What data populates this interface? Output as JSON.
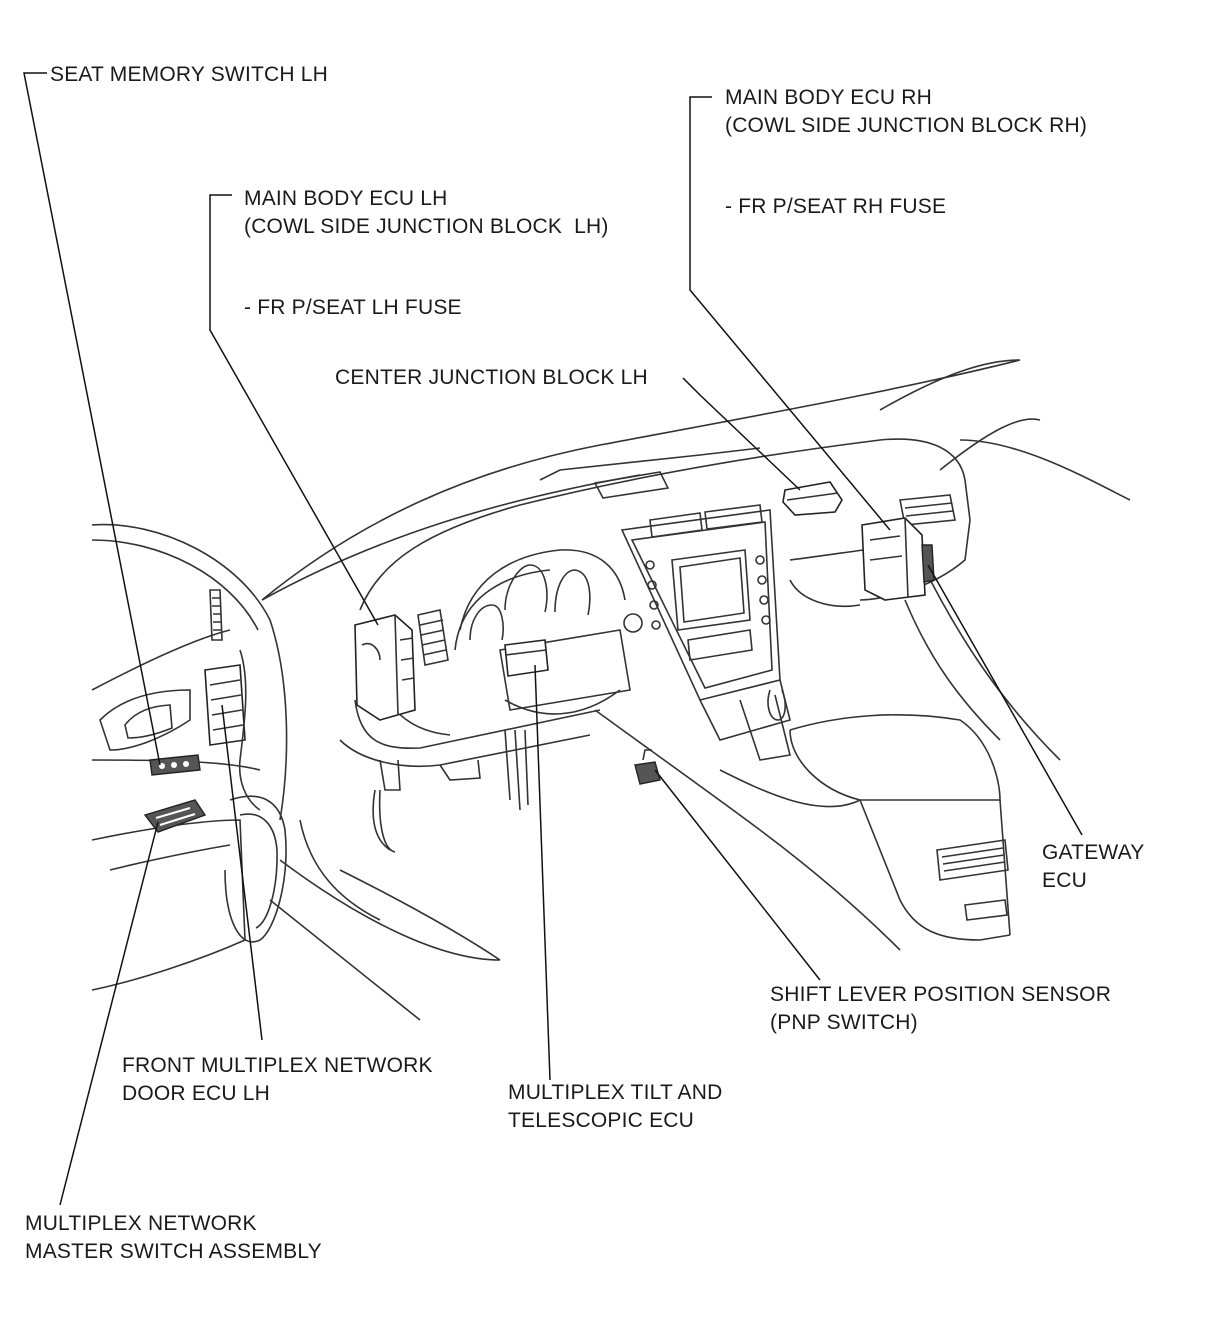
{
  "labels": {
    "seat_memory_switch": "SEAT MEMORY SWITCH LH",
    "main_body_ecu_lh_1": "MAIN BODY ECU LH",
    "main_body_ecu_lh_2": "(COWL SIDE JUNCTION BLOCK  LH)",
    "main_body_ecu_lh_fuse": "- FR P/SEAT LH FUSE",
    "main_body_ecu_rh_1": "MAIN BODY ECU RH",
    "main_body_ecu_rh_2": "(COWL SIDE JUNCTION BLOCK RH)",
    "main_body_ecu_rh_fuse": "- FR P/SEAT RH FUSE",
    "center_junction_block": "CENTER JUNCTION BLOCK LH",
    "gateway_ecu_1": "GATEWAY",
    "gateway_ecu_2": "ECU",
    "shift_lever_1": "SHIFT LEVER POSITION SENSOR",
    "shift_lever_2": "(PNP SWITCH)",
    "front_door_ecu_1": "FRONT MULTIPLEX NETWORK",
    "front_door_ecu_2": "DOOR ECU LH",
    "tilt_ecu_1": "MULTIPLEX TILT AND",
    "tilt_ecu_2": "TELESCOPIC ECU",
    "master_switch_1": "MULTIPLEX NETWORK",
    "master_switch_2": "MASTER SWITCH ASSEMBLY"
  }
}
